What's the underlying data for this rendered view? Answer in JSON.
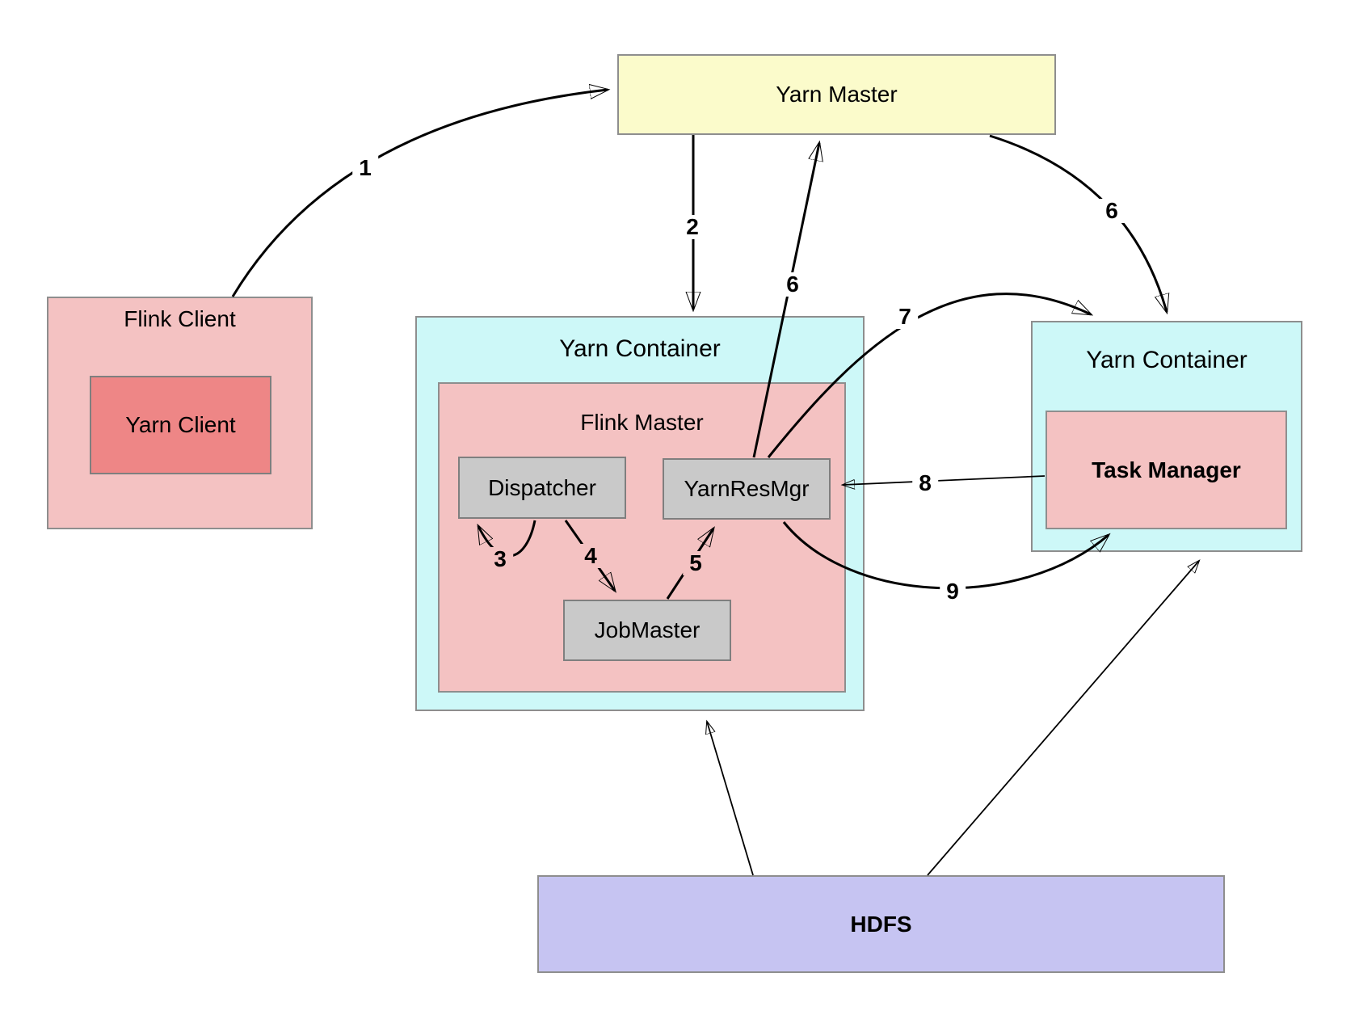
{
  "nodes": {
    "yarn_master": {
      "label": "Yarn Master"
    },
    "flink_client": {
      "label": "Flink Client"
    },
    "yarn_client": {
      "label": "Yarn Client"
    },
    "yarn_container_left": {
      "label": "Yarn Container"
    },
    "flink_master": {
      "label": "Flink Master"
    },
    "dispatcher": {
      "label": "Dispatcher"
    },
    "yarn_res_mgr": {
      "label": "YarnResMgr"
    },
    "job_master": {
      "label": "JobMaster"
    },
    "yarn_container_right": {
      "label": "Yarn Container"
    },
    "task_manager": {
      "label": "Task Manager"
    },
    "hdfs": {
      "label": "HDFS"
    }
  },
  "edges": [
    {
      "label": "1",
      "from": "Flink Client",
      "to": "Yarn Master"
    },
    {
      "label": "2",
      "from": "Yarn Master",
      "to": "Yarn Container (Flink Master)"
    },
    {
      "label": "3",
      "from": "Dispatcher",
      "to": "Dispatcher"
    },
    {
      "label": "4",
      "from": "Dispatcher",
      "to": "JobMaster"
    },
    {
      "label": "5",
      "from": "JobMaster",
      "to": "YarnResMgr"
    },
    {
      "label": "6",
      "from": "YarnResMgr",
      "to": "Yarn Master"
    },
    {
      "label": "6",
      "from": "Yarn Master",
      "to": "Yarn Container (Task Manager)"
    },
    {
      "label": "7",
      "from": "YarnResMgr",
      "to": "Yarn Container (Task Manager)"
    },
    {
      "label": "8",
      "from": "Task Manager",
      "to": "YarnResMgr"
    },
    {
      "label": "9",
      "from": "YarnResMgr",
      "to": "Task Manager"
    },
    {
      "label": "",
      "from": "HDFS",
      "to": "Yarn Container (Flink Master)"
    },
    {
      "label": "",
      "from": "HDFS",
      "to": "Yarn Container (Task Manager)"
    }
  ],
  "colors": {
    "yarn_master_fill": "#FBFBCB",
    "yarn_container_fill": "#CDF8F8",
    "pink_fill": "#F4C2C2",
    "yarn_client_fill": "#EE8686",
    "component_fill": "#C9C9C9",
    "hdfs_fill": "#C6C4F2",
    "arrow_color": "#000000"
  }
}
